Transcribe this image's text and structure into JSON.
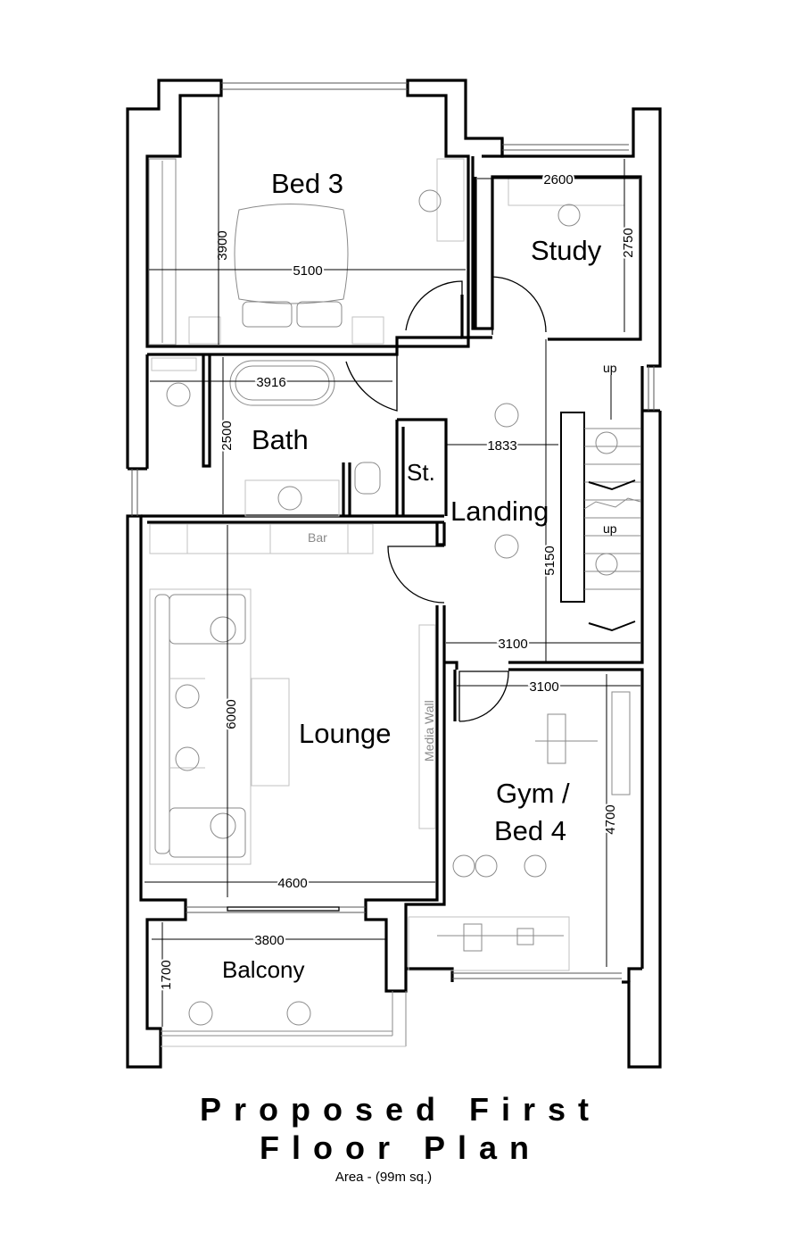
{
  "rooms": {
    "bed3": "Bed 3",
    "study": "Study",
    "bath": "Bath",
    "store": "St.",
    "landing": "Landing",
    "lounge": "Lounge",
    "gym_line1": "Gym /",
    "gym_line2": "Bed 4",
    "balcony": "Balcony"
  },
  "labels": {
    "bar": "Bar",
    "media_wall": "Media Wall",
    "stairs_up_top": "up",
    "stairs_up_mid": "up"
  },
  "dimensions": {
    "bed3_height": "3900",
    "bed3_width": "5100",
    "study_width": "2600",
    "study_height": "2750",
    "bath_width": "3916",
    "bath_height": "2500",
    "landing_width": "1833",
    "landing_height": "5150",
    "landing_bottom_width": "3100",
    "gym_width": "3100",
    "gym_height": "4700",
    "lounge_height": "6000",
    "lounge_width": "4600",
    "balcony_width": "3800",
    "balcony_height": "1700"
  },
  "title_line1": "Proposed First",
  "title_line2": "Floor Plan",
  "area": "Area - (99m sq.)"
}
